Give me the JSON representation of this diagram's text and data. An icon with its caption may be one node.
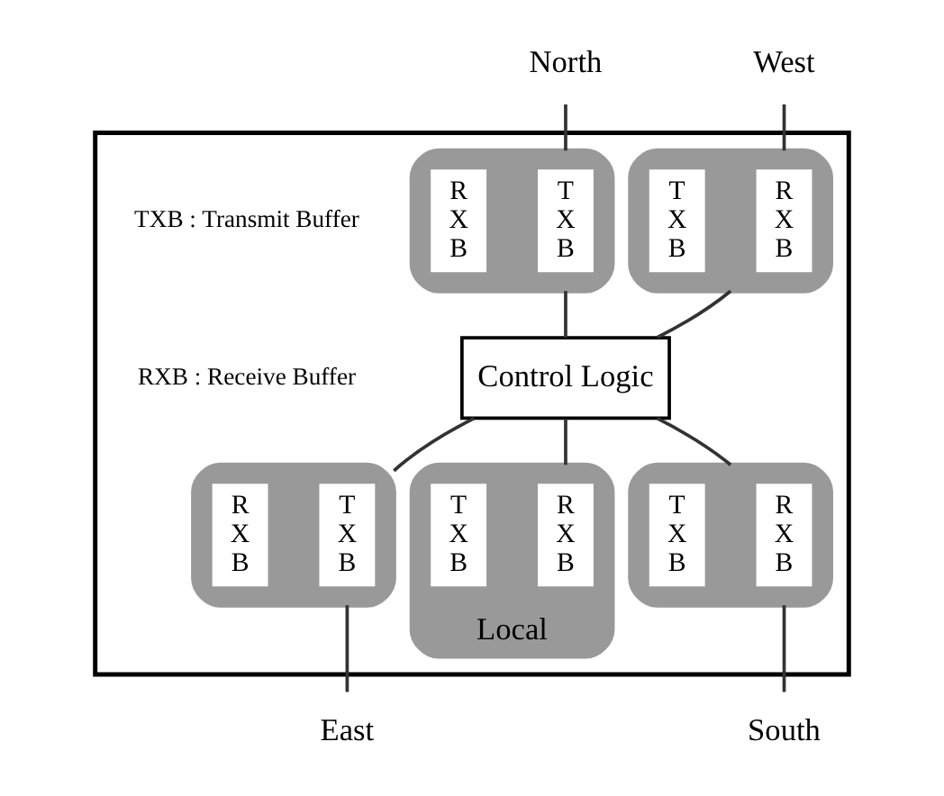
{
  "diagram": {
    "nodes": [
      {
        "text": [],
        "shape": "box"
      },
      {
        "text": [
          "North"
        ]
      },
      {
        "text": [],
        "shape": "octagon",
        "in": 0
      },
      {
        "text": [
          "T X B"
        ],
        "in": 2
      },
      {
        "text": [
          "R X B"
        ],
        "in": 2
      },
      {
        "text": [
          "West"
        ]
      },
      {
        "text": [],
        "shape": "octagon",
        "in": 0
      },
      {
        "text": [
          "R X B"
        ],
        "in": 6
      },
      {
        "text": [
          "T X B"
        ],
        "in": 6
      },
      {
        "text": [
          "Control Logic"
        ],
        "in": 0
      },
      {
        "text": [],
        "shape": "octagon",
        "in": 0
      },
      {
        "text": [
          "T X B"
        ],
        "in": 10
      },
      {
        "text": [
          "R X B"
        ],
        "in": 10
      },
      {
        "text": [
          "East"
        ]
      },
      {
        "text": [
          "Local"
        ],
        "in": 0
      },
      {
        "text": [
          "R X B"
        ],
        "in": 14
      },
      {
        "text": [
          "T X B"
        ],
        "in": 14
      },
      {
        "text": [],
        "shape": "octagon",
        "in": 0
      },
      {
        "text": [
          "R X B"
        ],
        "in": 17
      },
      {
        "text": [
          "T X B"
        ],
        "in": 17
      },
      {
        "text": [
          "South"
        ]
      }
    ],
    "edges": [
      {
        "from": 1,
        "to": 2,
        "arrow": "none"
      },
      {
        "from": 2,
        "to": 9,
        "arrow": "none"
      },
      {
        "from": 5,
        "to": 6,
        "arrow": "none"
      },
      {
        "from": 6,
        "to": 9,
        "arrow": "none"
      },
      {
        "from": 9,
        "to": 10,
        "arrow": "none"
      },
      {
        "from": 10,
        "to": 13,
        "arrow": "none"
      },
      {
        "from": 9,
        "to": 14,
        "arrow": "none"
      },
      {
        "from": 9,
        "to": 17,
        "arrow": "none"
      },
      {
        "from": 17,
        "to": 20,
        "arrow": "none"
      }
    ],
    "labels": [
      "TXB : Transmit Buffer",
      "RXB : Receive Buffer"
    ]
  }
}
